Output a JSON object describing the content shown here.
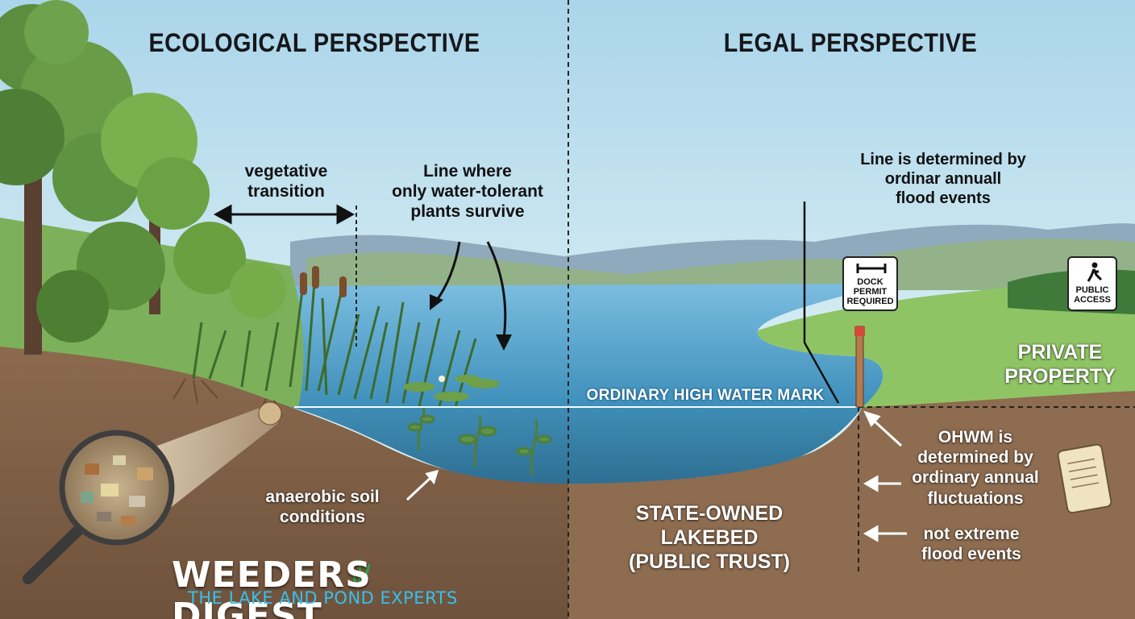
{
  "titles": {
    "left": "ECOLOGICAL PERSPECTIVE",
    "right": "LEGAL PERSPECTIVE"
  },
  "ecological": {
    "vegetative_transition": "vegetative\ntransition",
    "water_tolerant_line": "Line where\nonly water-tolerant\nplants survive",
    "anaerobic_soil": "anaerobic soil\nconditions"
  },
  "legal": {
    "flood_line_note": "Line is determined by\nordinar annuall\nflood events",
    "ohwm_label": "ORDINARY HIGH WATER MARK",
    "private_property": "PRIVATE\nPROPERTY",
    "state_owned": "STATE-OWNED\nLAKEBED\n(PUBLIC TRUST)",
    "ohwm_determined": "OHWM is\ndetermined by\nordinary annual\nfluctuations",
    "not_extreme": "not extreme\nflood events",
    "dock_sign": "DOCK\nPERMIT\nREQUIRED",
    "public_access_sign": "PUBLIC\nACCESS"
  },
  "brand": {
    "name": "WEEDERS DIGEST",
    "tagline": "THE LAKE AND POND EXPERTS"
  },
  "icons": {
    "dock_sign_icon": "dock-icon",
    "public_access_icon": "person-walking-icon",
    "magnifier": "magnifying-glass-icon",
    "scroll": "scroll-document-icon"
  },
  "colors": {
    "sky_top": "#b9deef",
    "water": "#5aa7cf",
    "soil": "#8a6a4f",
    "grass": "#8cc465",
    "brand_accent": "#36c0ee"
  }
}
